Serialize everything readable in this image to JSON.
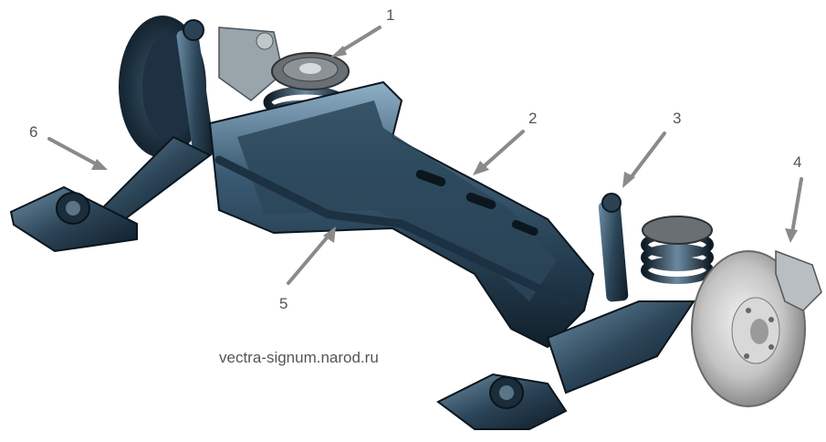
{
  "callouts": [
    {
      "number": "1",
      "target": "upper-spring-seat"
    },
    {
      "number": "2",
      "target": "rear-axle-beam"
    },
    {
      "number": "3",
      "target": "shock-absorber"
    },
    {
      "number": "4",
      "target": "brake-disc"
    },
    {
      "number": "5",
      "target": "stabilizer-bar"
    },
    {
      "number": "6",
      "target": "trailing-arm"
    }
  ],
  "watermark": "vectra-signum.narod.ru",
  "colors": {
    "metal_dark": "#1a2a38",
    "metal_mid": "#3a5a72",
    "metal_light": "#8fb0c6",
    "disc": "#c8c8c8",
    "callout_gray": "#555555",
    "arrow_gray": "#8a8a8a"
  }
}
